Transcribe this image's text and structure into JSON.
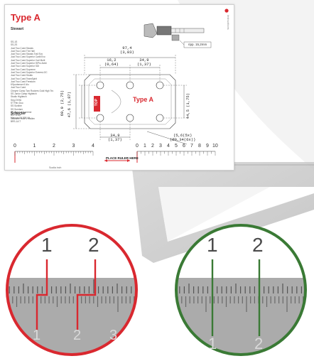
{
  "sheet": {
    "title": "Type A",
    "section_heading": "Stewart",
    "models": [
      "SS-1S",
      "SS-2S",
      "Just Two Coed Stands",
      "Just Two Coed The Hall",
      "Just Two Coed Stands Trail Evo",
      "Just Two Coed Superior Carlit Evo",
      "Just Two Coed Superior Carl Multi",
      "Just Two Coed Superior HiPro Ambi",
      "Just Two Coed Superior SDI",
      "Just Two Coed Supreme",
      "Just Two Coed Superior Everest-OC",
      "Just Two Coed Studio",
      "Just Two Coed TeamSpirit",
      "Just Two Coed Freedom",
      "KSportsman 6 Alu",
      "Just Two Coed",
      "Cheyne Camp Two Rockers Gold High Tech",
      "SS Junior Camp Hightech",
      "Studio Hightech",
      "Seg ZXHA",
      "ST Flex Duo",
      "SS Sunline",
      "SS Sunriser",
      "SS Special Supreme",
      "BIG SHAF",
      "Marconi S4 500 LN"
    ],
    "sub_heading": "Schecter",
    "sub_models": [
      "Outcome Hold 1 Hadlen",
      "BRS-1A T"
    ],
    "side_text": "Instructions",
    "part_label": "Type A",
    "top_badge": "TOP",
    "callout": "ripp. 15,2mm",
    "dims": {
      "width_mm": "97,4",
      "width_in": "(3,83)",
      "hole_mm": "16,2",
      "hole_in": "(0,64)",
      "hole2_mm": "34,9",
      "hole2_in": "(1,37)",
      "bottom_mm": "34,9",
      "bottom_in": "(1,37)",
      "dia_mm": "(5,6(5x)",
      "dia_in": "(Ø0,34(6x))",
      "left_mm": "69,9",
      "left_in": "(2,75)",
      "left2_mm": "47,6",
      "left2_in": "(1,87)",
      "right_mm": "44,5",
      "right_in": "(1,75)"
    },
    "ruler": {
      "inch_marks": [
        "0",
        "1",
        "2",
        "3",
        "4"
      ],
      "scale_name": "Scalia inch",
      "place_text": "PLACE RULER HERE",
      "cm_marks": [
        "0",
        "1",
        "2",
        "3",
        "4",
        "5",
        "6",
        "7",
        "8",
        "9",
        "10"
      ]
    }
  },
  "zoom_wrong": {
    "top_labels": [
      "1",
      "2"
    ],
    "bottom_labels": [
      "1",
      "2",
      "3"
    ],
    "color": "#d9282f"
  },
  "zoom_right": {
    "top_labels": [
      "1",
      "2"
    ],
    "bottom_labels": [
      "1",
      "2"
    ],
    "color": "#3a7a35"
  },
  "colors": {
    "accent_red": "#d9282f",
    "accent_green": "#3a7a35",
    "ruler_grey": "#a8a8a8"
  }
}
